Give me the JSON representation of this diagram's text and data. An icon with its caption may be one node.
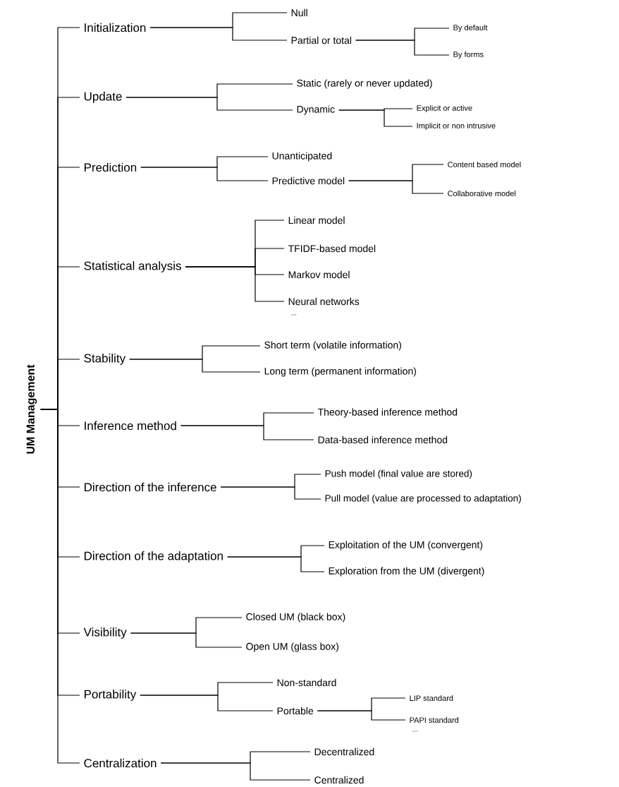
{
  "diagram": {
    "nodes": [
      {
        "text": [
          "UM Management"
        ]
      },
      {
        "text": [
          "Initialization"
        ]
      },
      {
        "text": [
          "Null"
        ]
      },
      {
        "text": [
          "Partial or total"
        ]
      },
      {
        "text": [
          "By default"
        ]
      },
      {
        "text": [
          "By forms"
        ]
      },
      {
        "text": [
          "Update"
        ]
      },
      {
        "text": [
          "Static (rarely or never updated)"
        ]
      },
      {
        "text": [
          "Dynamic"
        ]
      },
      {
        "text": [
          "Explicit or active"
        ]
      },
      {
        "text": [
          "Implicit or non intrusive"
        ]
      },
      {
        "text": [
          "Prediction"
        ]
      },
      {
        "text": [
          "Unanticipated"
        ]
      },
      {
        "text": [
          "Predictive model"
        ]
      },
      {
        "text": [
          "Content based model"
        ]
      },
      {
        "text": [
          "Collaborative model"
        ]
      },
      {
        "text": [
          "Statistical analysis"
        ]
      },
      {
        "text": [
          "Linear model"
        ]
      },
      {
        "text": [
          "TFIDF-based model"
        ]
      },
      {
        "text": [
          "Markov model"
        ]
      },
      {
        "text": [
          "Neural networks"
        ]
      },
      {
        "text": [
          "Stability"
        ]
      },
      {
        "text": [
          "Short term (volatile information)"
        ]
      },
      {
        "text": [
          "Long term (permanent information)"
        ]
      },
      {
        "text": [
          "Inference method"
        ]
      },
      {
        "text": [
          "Theory-based inference method"
        ]
      },
      {
        "text": [
          "Data-based inference method"
        ]
      },
      {
        "text": [
          "Direction of the inference"
        ]
      },
      {
        "text": [
          "Push model (final value are stored)"
        ]
      },
      {
        "text": [
          "Pull model (value are processed to adaptation)"
        ]
      },
      {
        "text": [
          "Direction of the adaptation"
        ]
      },
      {
        "text": [
          "Exploitation of the UM (convergent)"
        ]
      },
      {
        "text": [
          "Exploration from the UM (divergent)"
        ]
      },
      {
        "text": [
          "Visibility"
        ]
      },
      {
        "text": [
          "Closed UM (black box)"
        ]
      },
      {
        "text": [
          "Open UM (glass box)"
        ]
      },
      {
        "text": [
          "Portability"
        ]
      },
      {
        "text": [
          "Non-standard"
        ]
      },
      {
        "text": [
          "Portable"
        ]
      },
      {
        "text": [
          "LIP standard"
        ]
      },
      {
        "text": [
          "PAPI standard"
        ]
      },
      {
        "text": [
          "Centralization"
        ]
      },
      {
        "text": [
          "Decentralized"
        ]
      },
      {
        "text": [
          "Centralized"
        ]
      }
    ],
    "edges": [
      {
        "from": 0,
        "to": 1,
        "arrow": "none"
      },
      {
        "from": 1,
        "to": 2,
        "arrow": "none"
      },
      {
        "from": 1,
        "to": 3,
        "arrow": "none"
      },
      {
        "from": 3,
        "to": 4,
        "arrow": "none"
      },
      {
        "from": 3,
        "to": 5,
        "arrow": "none"
      },
      {
        "from": 0,
        "to": 6,
        "arrow": "none"
      },
      {
        "from": 6,
        "to": 7,
        "arrow": "none"
      },
      {
        "from": 6,
        "to": 8,
        "arrow": "none"
      },
      {
        "from": 8,
        "to": 9,
        "arrow": "none"
      },
      {
        "from": 8,
        "to": 10,
        "arrow": "none"
      },
      {
        "from": 0,
        "to": 11,
        "arrow": "none"
      },
      {
        "from": 11,
        "to": 12,
        "arrow": "none"
      },
      {
        "from": 11,
        "to": 13,
        "arrow": "none"
      },
      {
        "from": 13,
        "to": 14,
        "arrow": "none"
      },
      {
        "from": 13,
        "to": 15,
        "arrow": "none"
      },
      {
        "from": 0,
        "to": 16,
        "arrow": "none"
      },
      {
        "from": 16,
        "to": 17,
        "arrow": "none"
      },
      {
        "from": 16,
        "to": 18,
        "arrow": "none"
      },
      {
        "from": 16,
        "to": 19,
        "arrow": "none"
      },
      {
        "from": 16,
        "to": 20,
        "arrow": "none"
      },
      {
        "from": 0,
        "to": 21,
        "arrow": "none"
      },
      {
        "from": 21,
        "to": 22,
        "arrow": "none"
      },
      {
        "from": 21,
        "to": 23,
        "arrow": "none"
      },
      {
        "from": 0,
        "to": 24,
        "arrow": "none"
      },
      {
        "from": 24,
        "to": 25,
        "arrow": "none"
      },
      {
        "from": 24,
        "to": 26,
        "arrow": "none"
      },
      {
        "from": 0,
        "to": 27,
        "arrow": "none"
      },
      {
        "from": 27,
        "to": 28,
        "arrow": "none"
      },
      {
        "from": 27,
        "to": 29,
        "arrow": "none"
      },
      {
        "from": 0,
        "to": 30,
        "arrow": "none"
      },
      {
        "from": 30,
        "to": 31,
        "arrow": "none"
      },
      {
        "from": 30,
        "to": 32,
        "arrow": "none"
      },
      {
        "from": 0,
        "to": 33,
        "arrow": "none"
      },
      {
        "from": 33,
        "to": 34,
        "arrow": "none"
      },
      {
        "from": 33,
        "to": 35,
        "arrow": "none"
      },
      {
        "from": 0,
        "to": 36,
        "arrow": "none"
      },
      {
        "from": 36,
        "to": 37,
        "arrow": "none"
      },
      {
        "from": 36,
        "to": 38,
        "arrow": "none"
      },
      {
        "from": 38,
        "to": 39,
        "arrow": "none"
      },
      {
        "from": 38,
        "to": 40,
        "arrow": "none"
      },
      {
        "from": 0,
        "to": 41,
        "arrow": "none"
      },
      {
        "from": 41,
        "to": 42,
        "arrow": "none"
      },
      {
        "from": 41,
        "to": 43,
        "arrow": "none"
      }
    ],
    "labels": [
      "...",
      "..."
    ]
  }
}
